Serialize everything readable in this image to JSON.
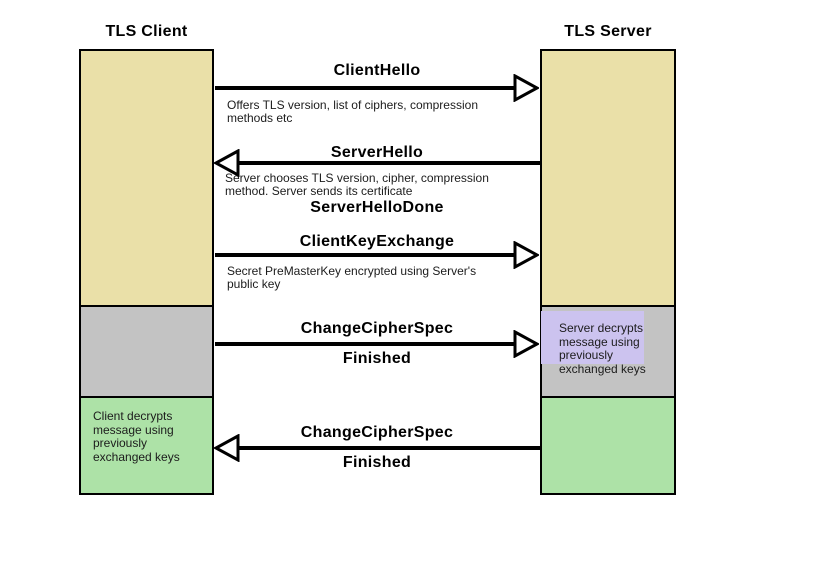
{
  "actors": {
    "client": "TLS Client",
    "server": "TLS Server"
  },
  "messages": [
    {
      "label": "ClientHello",
      "direction": "right",
      "description": "Offers TLS version, list of ciphers, compression\nmethods etc"
    },
    {
      "label": "ServerHello",
      "direction": "left",
      "description": "Server chooses TLS version, cipher, compression\nmethod. Server sends its certificate"
    },
    {
      "label": "ServerHelloDone",
      "direction": "none"
    },
    {
      "label": "ClientKeyExchange",
      "direction": "right",
      "description": "Secret PreMasterKey encrypted using Server's\npublic key"
    },
    {
      "label": "ChangeCipherSpec",
      "sublabel": "Finished",
      "direction": "right"
    },
    {
      "label": "ChangeCipherSpec",
      "sublabel": "Finished",
      "direction": "left"
    }
  ],
  "notes": {
    "server": "Server decrypts\nmessage using\npreviously\nexchanged keys",
    "client": "Client decrypts\nmessage using\npreviously\nexchanged keys"
  },
  "palette": {
    "phase_tan": "#EAE0A8",
    "phase_gray": "#C3C3C3",
    "phase_green": "#ADE2A7",
    "note_lavender": "#CCC3EF",
    "arrow_black": "#000000"
  }
}
